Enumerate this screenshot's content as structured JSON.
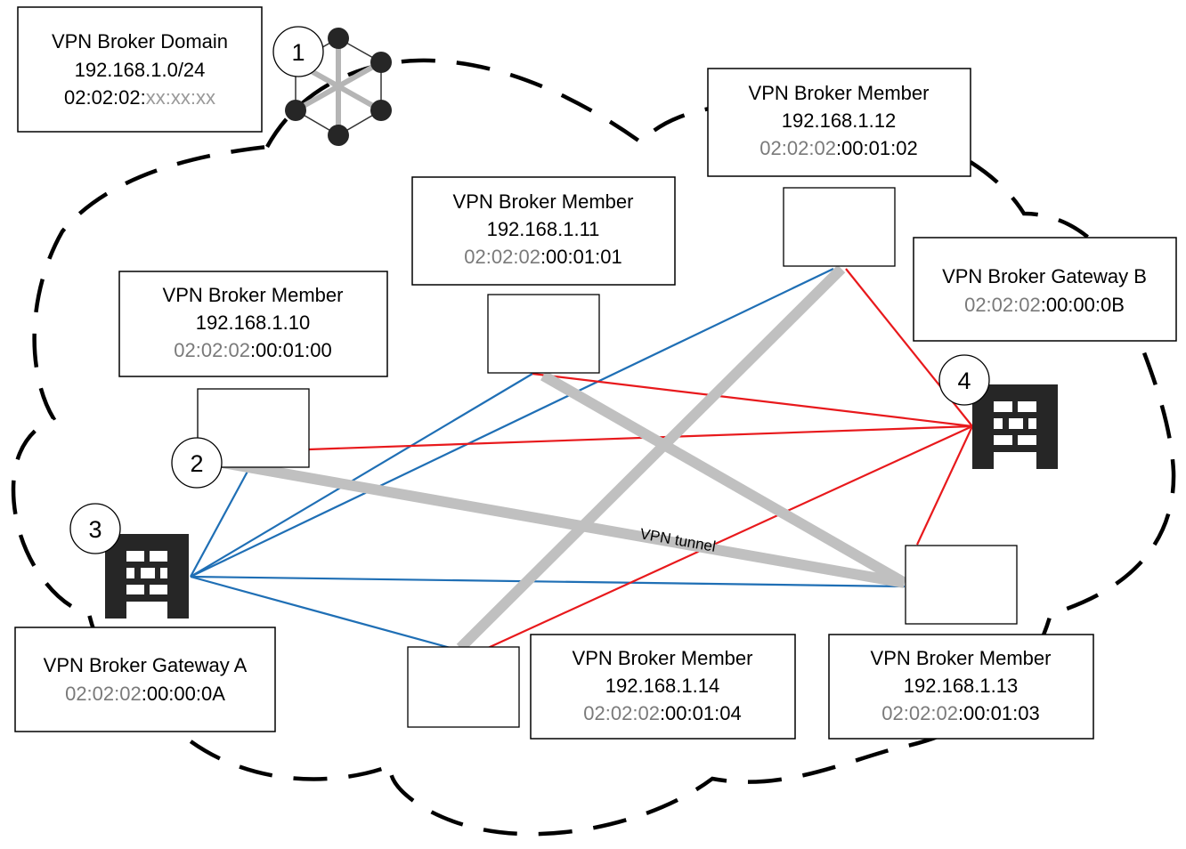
{
  "domain_box": {
    "title": "VPN Broker Domain",
    "subnet": "192.168.1.0/24",
    "mac_prefix": "02:02:02:",
    "mac_suffix": "xx:xx:xx"
  },
  "members": [
    {
      "title": "VPN Broker Member",
      "ip": "192.168.1.10",
      "mac_prefix": "02:02:02",
      "mac_suffix": ":00:01:00"
    },
    {
      "title": "VPN Broker Member",
      "ip": "192.168.1.11",
      "mac_prefix": "02:02:02",
      "mac_suffix": ":00:01:01"
    },
    {
      "title": "VPN Broker Member",
      "ip": "192.168.1.12",
      "mac_prefix": "02:02:02",
      "mac_suffix": ":00:01:02"
    },
    {
      "title": "VPN Broker Member",
      "ip": "192.168.1.13",
      "mac_prefix": "02:02:02",
      "mac_suffix": ":00:01:03"
    },
    {
      "title": "VPN Broker Member",
      "ip": "192.168.1.14",
      "mac_prefix": "02:02:02",
      "mac_suffix": ":00:01:04"
    }
  ],
  "gateways": [
    {
      "title": "VPN Broker Gateway A",
      "mac_prefix": "02:02:02",
      "mac_suffix": ":00:00:0A"
    },
    {
      "title": "VPN Broker Gateway B",
      "mac_prefix": "02:02:02",
      "mac_suffix": ":00:00:0B"
    }
  ],
  "markers": [
    "1",
    "2",
    "3",
    "4"
  ],
  "tunnel_label": "VPN tunnel",
  "colors": {
    "gateway_a_links": "#1f6fb5",
    "gateway_b_links": "#e8191c",
    "tunnel": "#c0c0c0",
    "firewall": "#262626",
    "mac_prefix_text": "#7a7a7a"
  },
  "icons": {
    "domain": "mesh-network-icon",
    "gateway": "firewall-icon"
  }
}
